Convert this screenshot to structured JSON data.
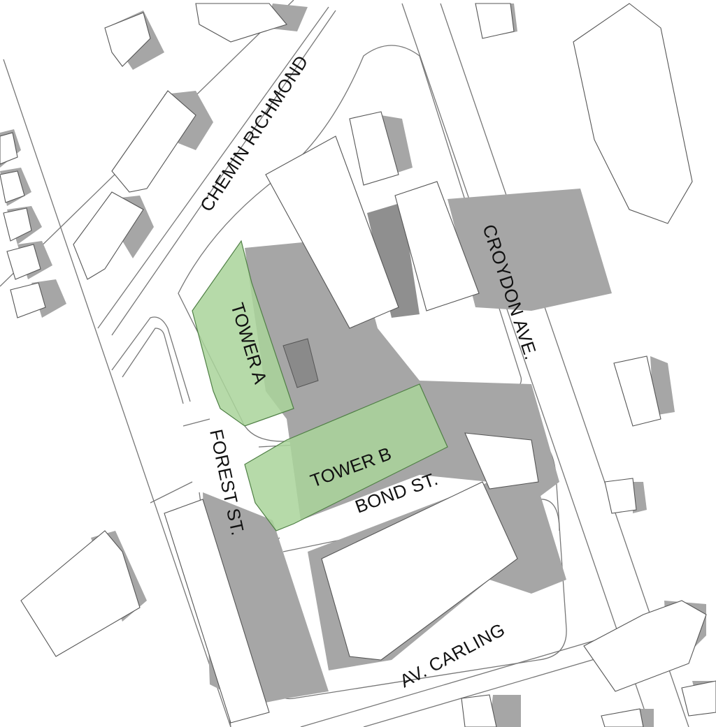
{
  "streets": {
    "chemin_richmond": "CHEMIN RICHMOND",
    "croydon_ave": "CROYDON AVE.",
    "forest_st": "FOREST ST.",
    "bond_st": "BOND ST.",
    "av_carling": "AV. CARLING"
  },
  "towers": {
    "tower_a": "TOWER A",
    "tower_b": "TOWER B"
  },
  "colors": {
    "tower_fill": "#a9d39a",
    "shadow": "#a6a6a6",
    "background": "#ffffff"
  }
}
